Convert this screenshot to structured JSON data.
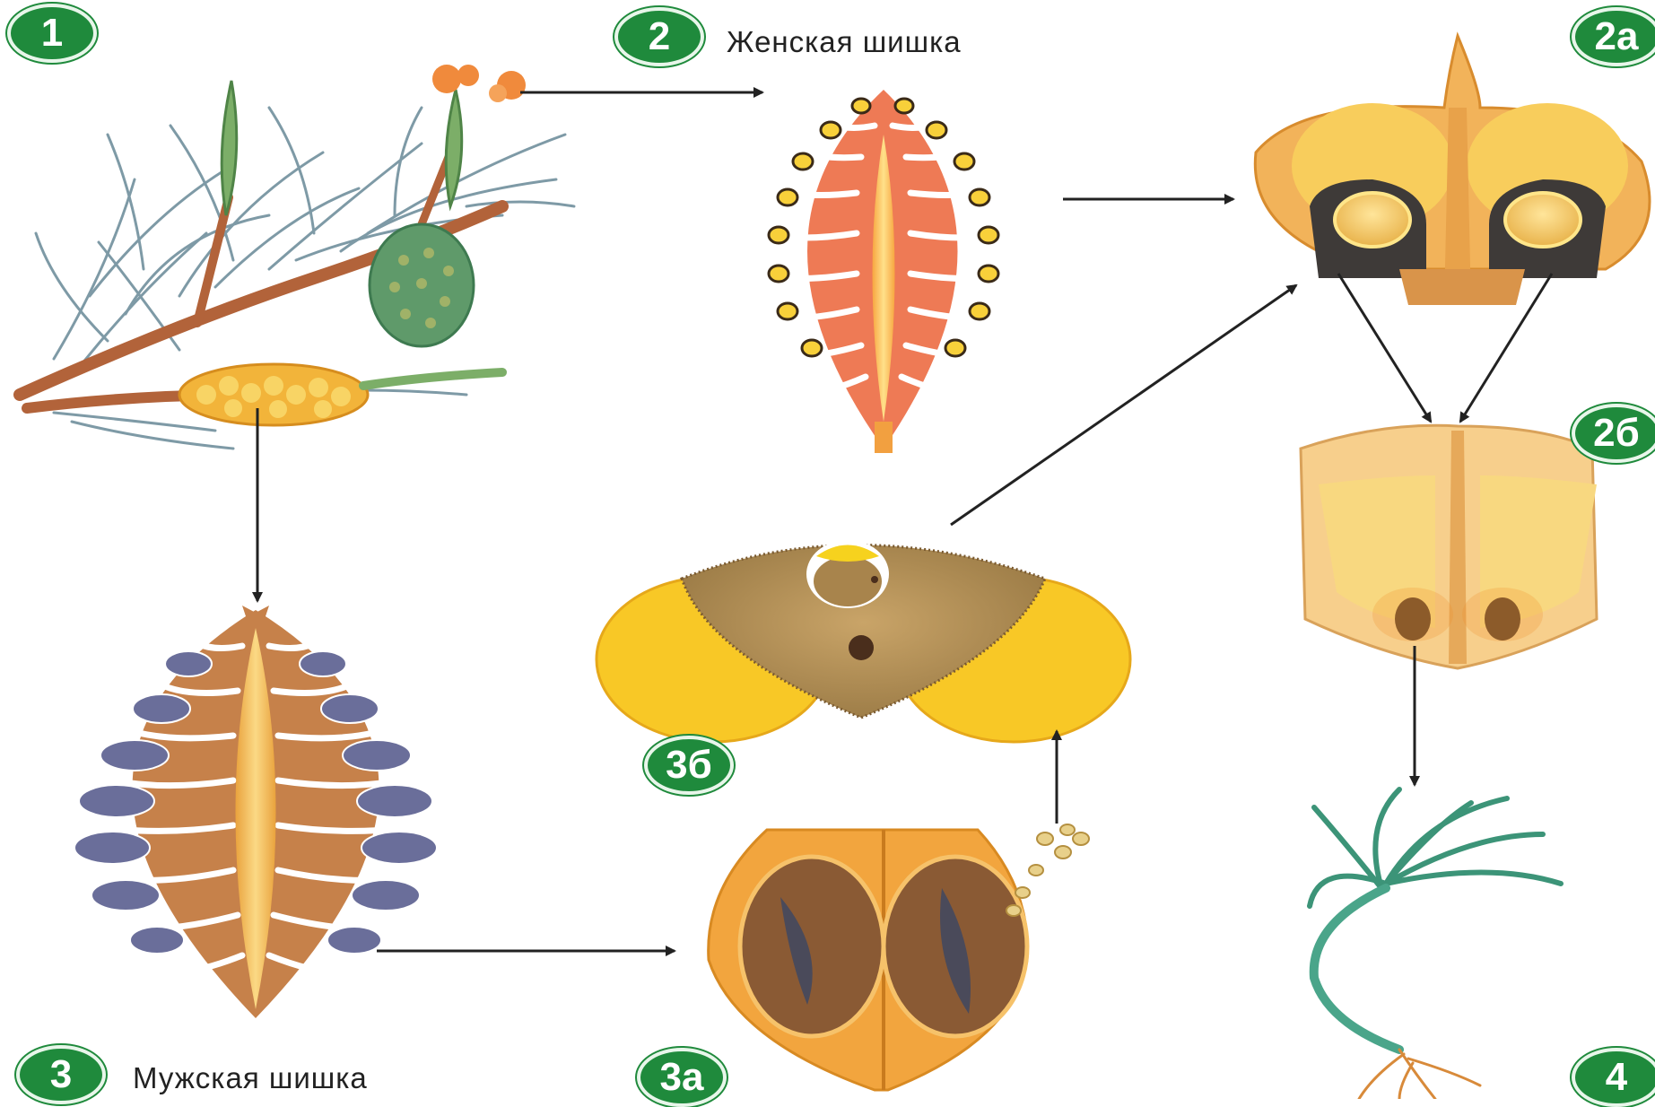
{
  "badges": {
    "b1": "1",
    "b2": "2",
    "b2a": "2а",
    "b2b": "2б",
    "b3": "3",
    "b3a": "3а",
    "b3b": "3б",
    "b4": "4"
  },
  "labels": {
    "female_cone": "Женская шишка",
    "male_cone": "Мужская шишка"
  },
  "colors": {
    "badge_green": "#1f8a3c",
    "arrow": "#222222",
    "female_cone_scale": "#ee7a55",
    "male_cone_body": "#e6a548",
    "seed_wing": "#f8c826",
    "seedling_stem": "#3c9478"
  }
}
